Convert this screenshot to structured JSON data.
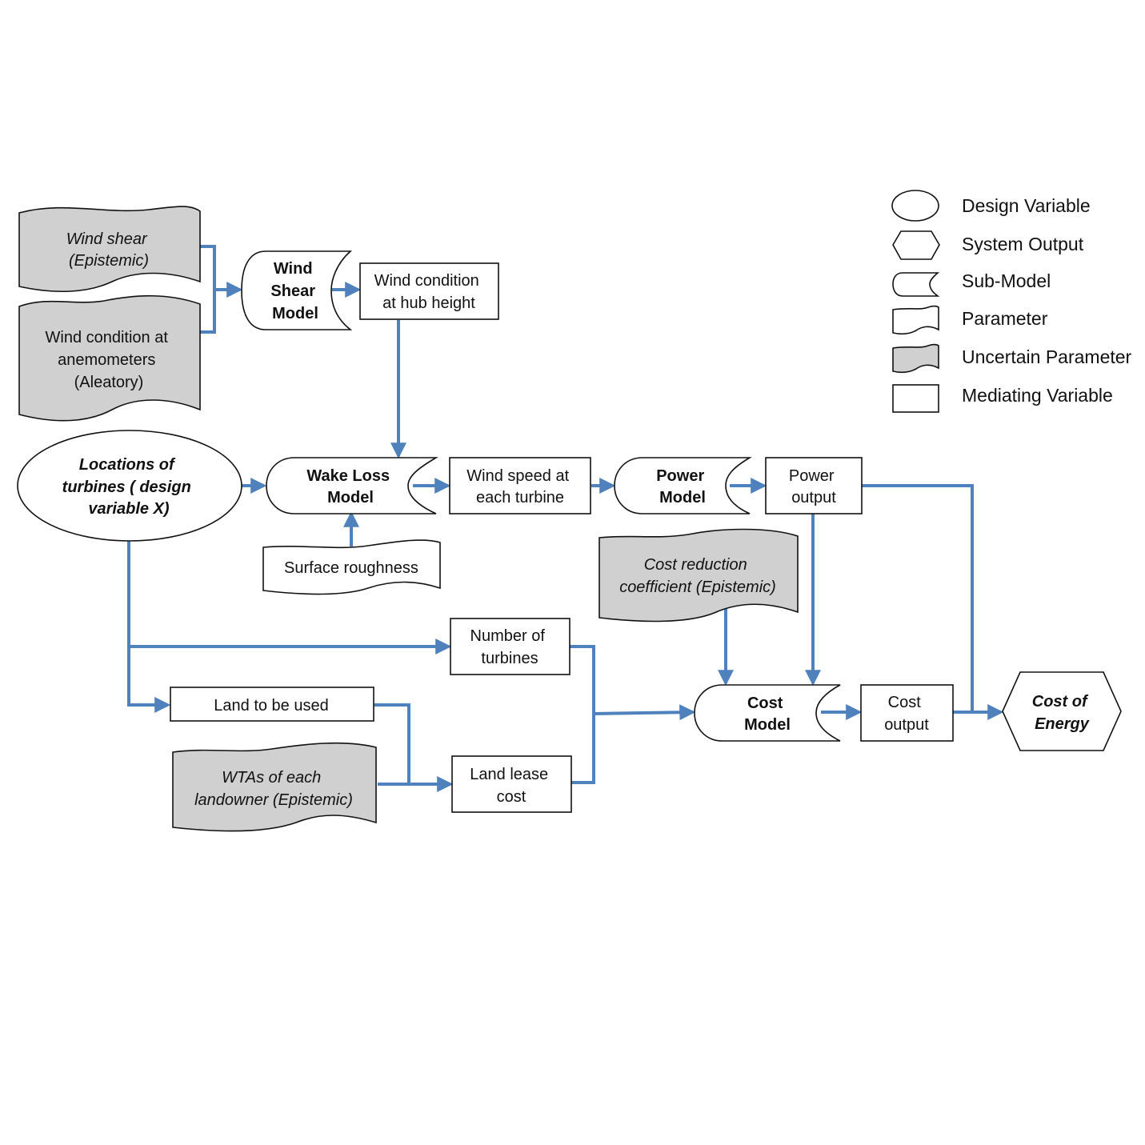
{
  "colors": {
    "connector": "#4f81bd",
    "uncertain_fill": "#d0d0d0",
    "outline": "#111111",
    "background": "#ffffff"
  },
  "nodes": {
    "wind_shear": [
      "Wind shear",
      "(Epistemic)"
    ],
    "wind_condition_anemometers": [
      "Wind condition at",
      "anemometers",
      "(Aleatory)"
    ],
    "wind_shear_model": [
      "Wind",
      "Shear",
      "Model"
    ],
    "wind_condition_hub": [
      "Wind condition",
      "at hub height"
    ],
    "locations_of_turbines": [
      "Locations of",
      "turbines ( design",
      "variable X)"
    ],
    "wake_loss_model": [
      "Wake Loss",
      "Model"
    ],
    "wind_speed_each_turbine": [
      "Wind speed at",
      "each turbine"
    ],
    "power_model": [
      "Power",
      "Model"
    ],
    "power_output": [
      "Power",
      "output"
    ],
    "surface_roughness": [
      "Surface roughness"
    ],
    "cost_reduction_coefficient": [
      "Cost reduction",
      "coefficient (Epistemic)"
    ],
    "number_of_turbines": [
      "Number of",
      "turbines"
    ],
    "land_to_be_used": [
      "Land to be used"
    ],
    "wtas_of_each_landowner": [
      "WTAs of each",
      "landowner (Epistemic)"
    ],
    "land_lease_cost": [
      "Land lease",
      "cost"
    ],
    "cost_model": [
      "Cost",
      "Model"
    ],
    "cost_output": [
      "Cost",
      "output"
    ],
    "cost_of_energy": [
      "Cost of",
      "Energy"
    ]
  },
  "legend": [
    {
      "shape": "ellipse",
      "label": "Design Variable"
    },
    {
      "shape": "hexagon",
      "label": "System Output"
    },
    {
      "shape": "sub-model",
      "label": "Sub-Model"
    },
    {
      "shape": "parameter",
      "label": "Parameter"
    },
    {
      "shape": "uncertain-parameter",
      "label": "Uncertain Parameter"
    },
    {
      "shape": "rectangle",
      "label": "Mediating Variable"
    }
  ]
}
